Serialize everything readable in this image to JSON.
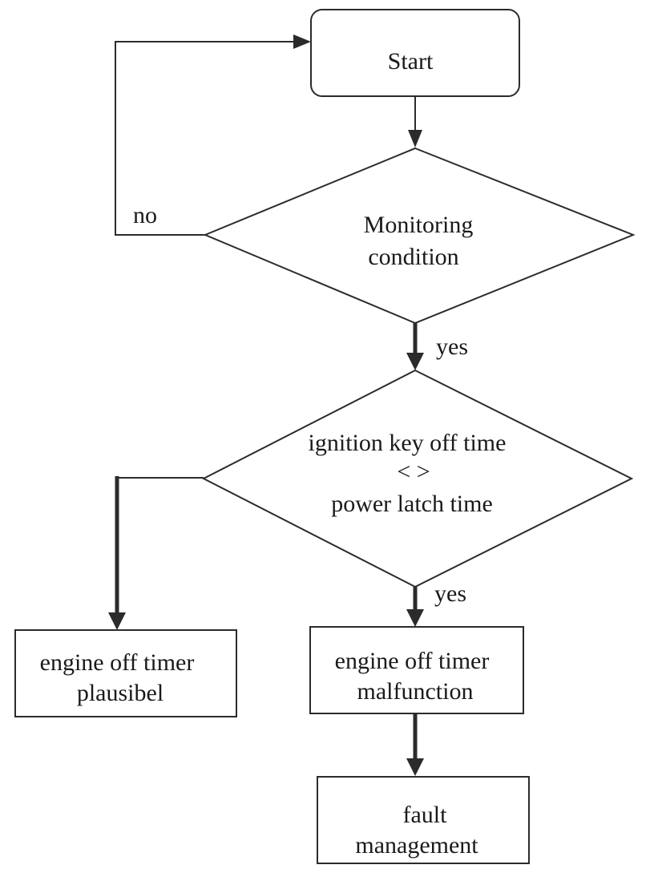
{
  "nodes": {
    "start": {
      "label": "Start"
    },
    "monitoring": {
      "line1": "Monitoring",
      "line2": "condition"
    },
    "ignition": {
      "line1": "ignition key off time",
      "line2": "< >",
      "line3": "power latch time"
    },
    "plausibel": {
      "line1": "engine off timer",
      "line2": "plausibel"
    },
    "malfunction": {
      "line1": "engine off timer",
      "line2": "malfunction"
    },
    "fault": {
      "line1": "fault",
      "line2": "management"
    }
  },
  "edges": {
    "monitoring_no": "no",
    "monitoring_yes": "yes",
    "ignition_yes": "yes"
  }
}
